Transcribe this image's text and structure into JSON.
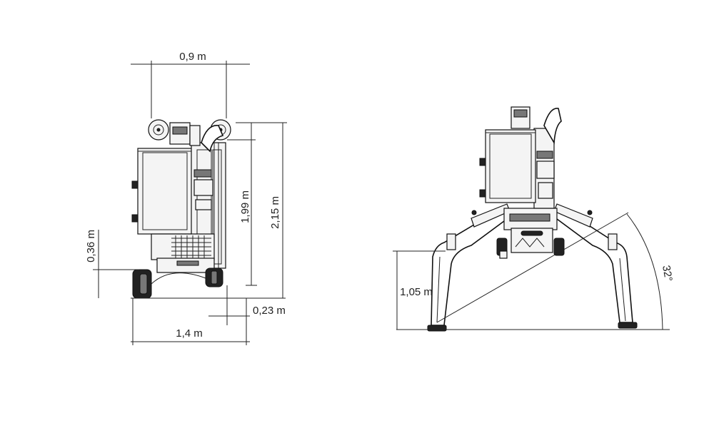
{
  "side_view": {
    "top_width": "0,9 m",
    "working_height": "1,99 m",
    "total_height": "2,15 m",
    "step_height": "0,36 m",
    "ground_clearance": "0,23 m",
    "total_length": "1,4 m"
  },
  "front_view": {
    "outrigger_height": "1,05 m",
    "outrigger_angle": "32°"
  }
}
